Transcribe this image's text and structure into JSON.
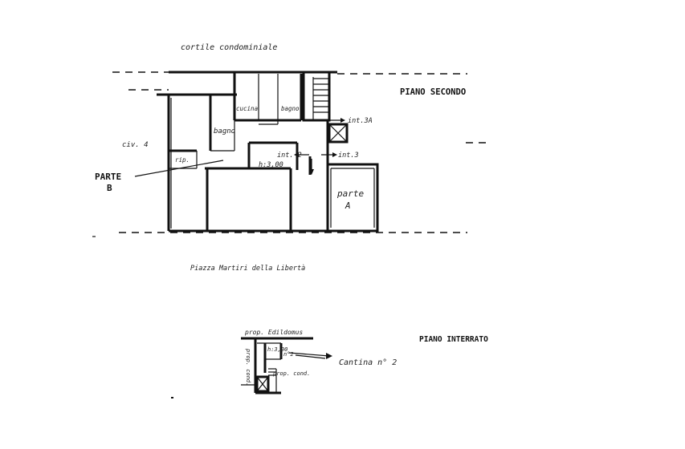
{
  "labels": {
    "cortile": "cortile condominiale",
    "piano_secondo": "PIANO SECONDO",
    "civ": "civ. 4",
    "parte_b_1": "PARTE",
    "parte_b_2": "B",
    "rip": "rip.",
    "bagno_left": "bagno",
    "cucina": "cucina",
    "bagno_right": "bagno",
    "int3a": "int.3A",
    "int2": "int. 2",
    "h300_top": "h:3,00",
    "int3": "int.3",
    "parte_a_1": "parte",
    "parte_a_2": "A",
    "piazza": "Piazza Martiri della Libertà",
    "prop_edil": "prop. Edildomus",
    "piano_interrato": "PIANO INTERRATO",
    "prop_vertical": "prop. cond.",
    "h300_bottom": "h:3,00",
    "n2": "n°2",
    "cantina": "Cantina n° 2",
    "prop_cond": "prop. cond."
  }
}
